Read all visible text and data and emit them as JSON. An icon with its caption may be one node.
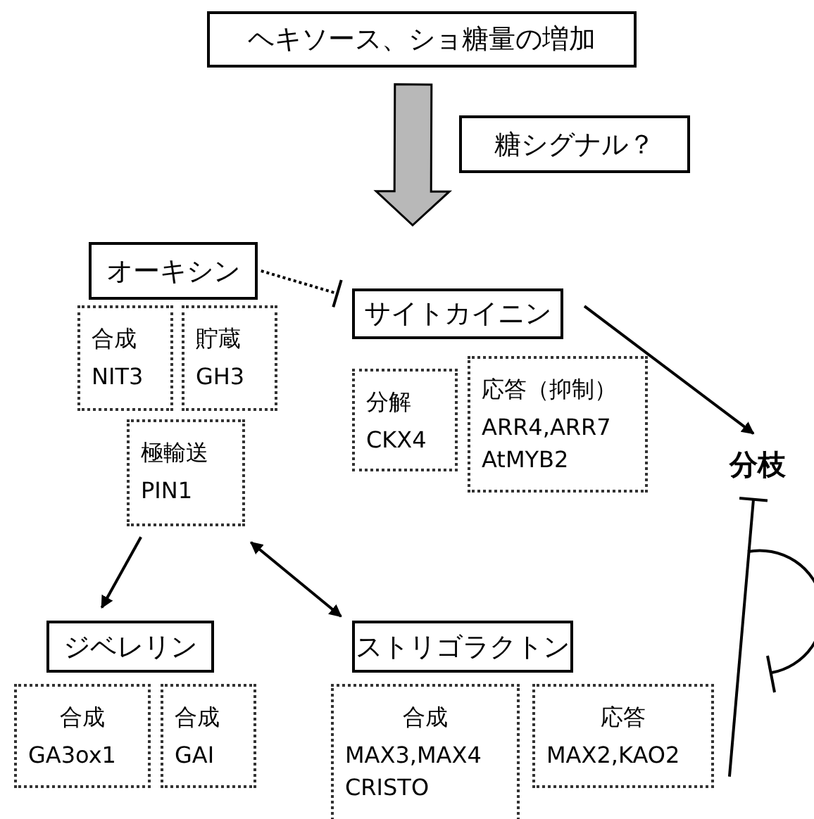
{
  "diagram": {
    "nodes": [
      {
        "text": [
          "ヘキソース、ショ糖量の増加"
        ]
      },
      {
        "text": [
          "糖シグナル？"
        ]
      },
      {
        "text": [
          "オーキシン"
        ]
      },
      {
        "text": [
          "合成",
          "NIT3"
        ]
      },
      {
        "text": [
          "貯蔵",
          "GH3"
        ]
      },
      {
        "text": [
          "極輸送",
          "PIN1"
        ]
      },
      {
        "text": [
          "サイトカイニン"
        ]
      },
      {
        "text": [
          "分解",
          "CKX4"
        ]
      },
      {
        "text": [
          "応答（抑制）",
          "ARR4,ARR7 AtMYB2"
        ]
      },
      {
        "text": [
          "分枝"
        ]
      },
      {
        "text": [
          "ジベレリン"
        ]
      },
      {
        "text": [
          "合成",
          "GA3ox1"
        ]
      },
      {
        "text": [
          "合成",
          "GAI"
        ]
      },
      {
        "text": [
          "ストリゴラクトン"
        ]
      },
      {
        "text": [
          "合成",
          "MAX3,MAX4 CRISTO"
        ]
      },
      {
        "text": [
          "応答",
          "MAX2,KAO2"
        ]
      }
    ],
    "edges": [
      {
        "from": 2,
        "to": 6,
        "arrow": "other",
        "style": "dashed"
      },
      {
        "from": 6,
        "to": 9,
        "arrow": "to"
      },
      {
        "from": 5,
        "to": 10,
        "arrow": "to"
      },
      {
        "from": 5,
        "to": 13,
        "arrow": "both"
      },
      {
        "from": 15,
        "to": 9,
        "arrow": "other"
      },
      {
        "from": 0,
        "to": null,
        "arrow": "to",
        "style": "thick"
      }
    ]
  }
}
